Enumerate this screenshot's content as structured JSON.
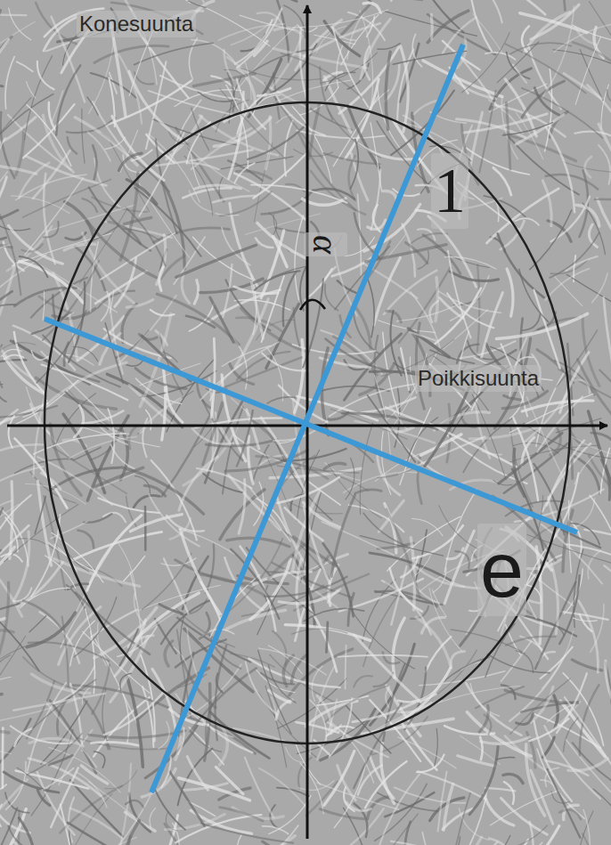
{
  "diagram": {
    "labels": [
      "Konesuunta",
      "Poikkisuunta",
      "1",
      "e",
      "α"
    ]
  }
}
